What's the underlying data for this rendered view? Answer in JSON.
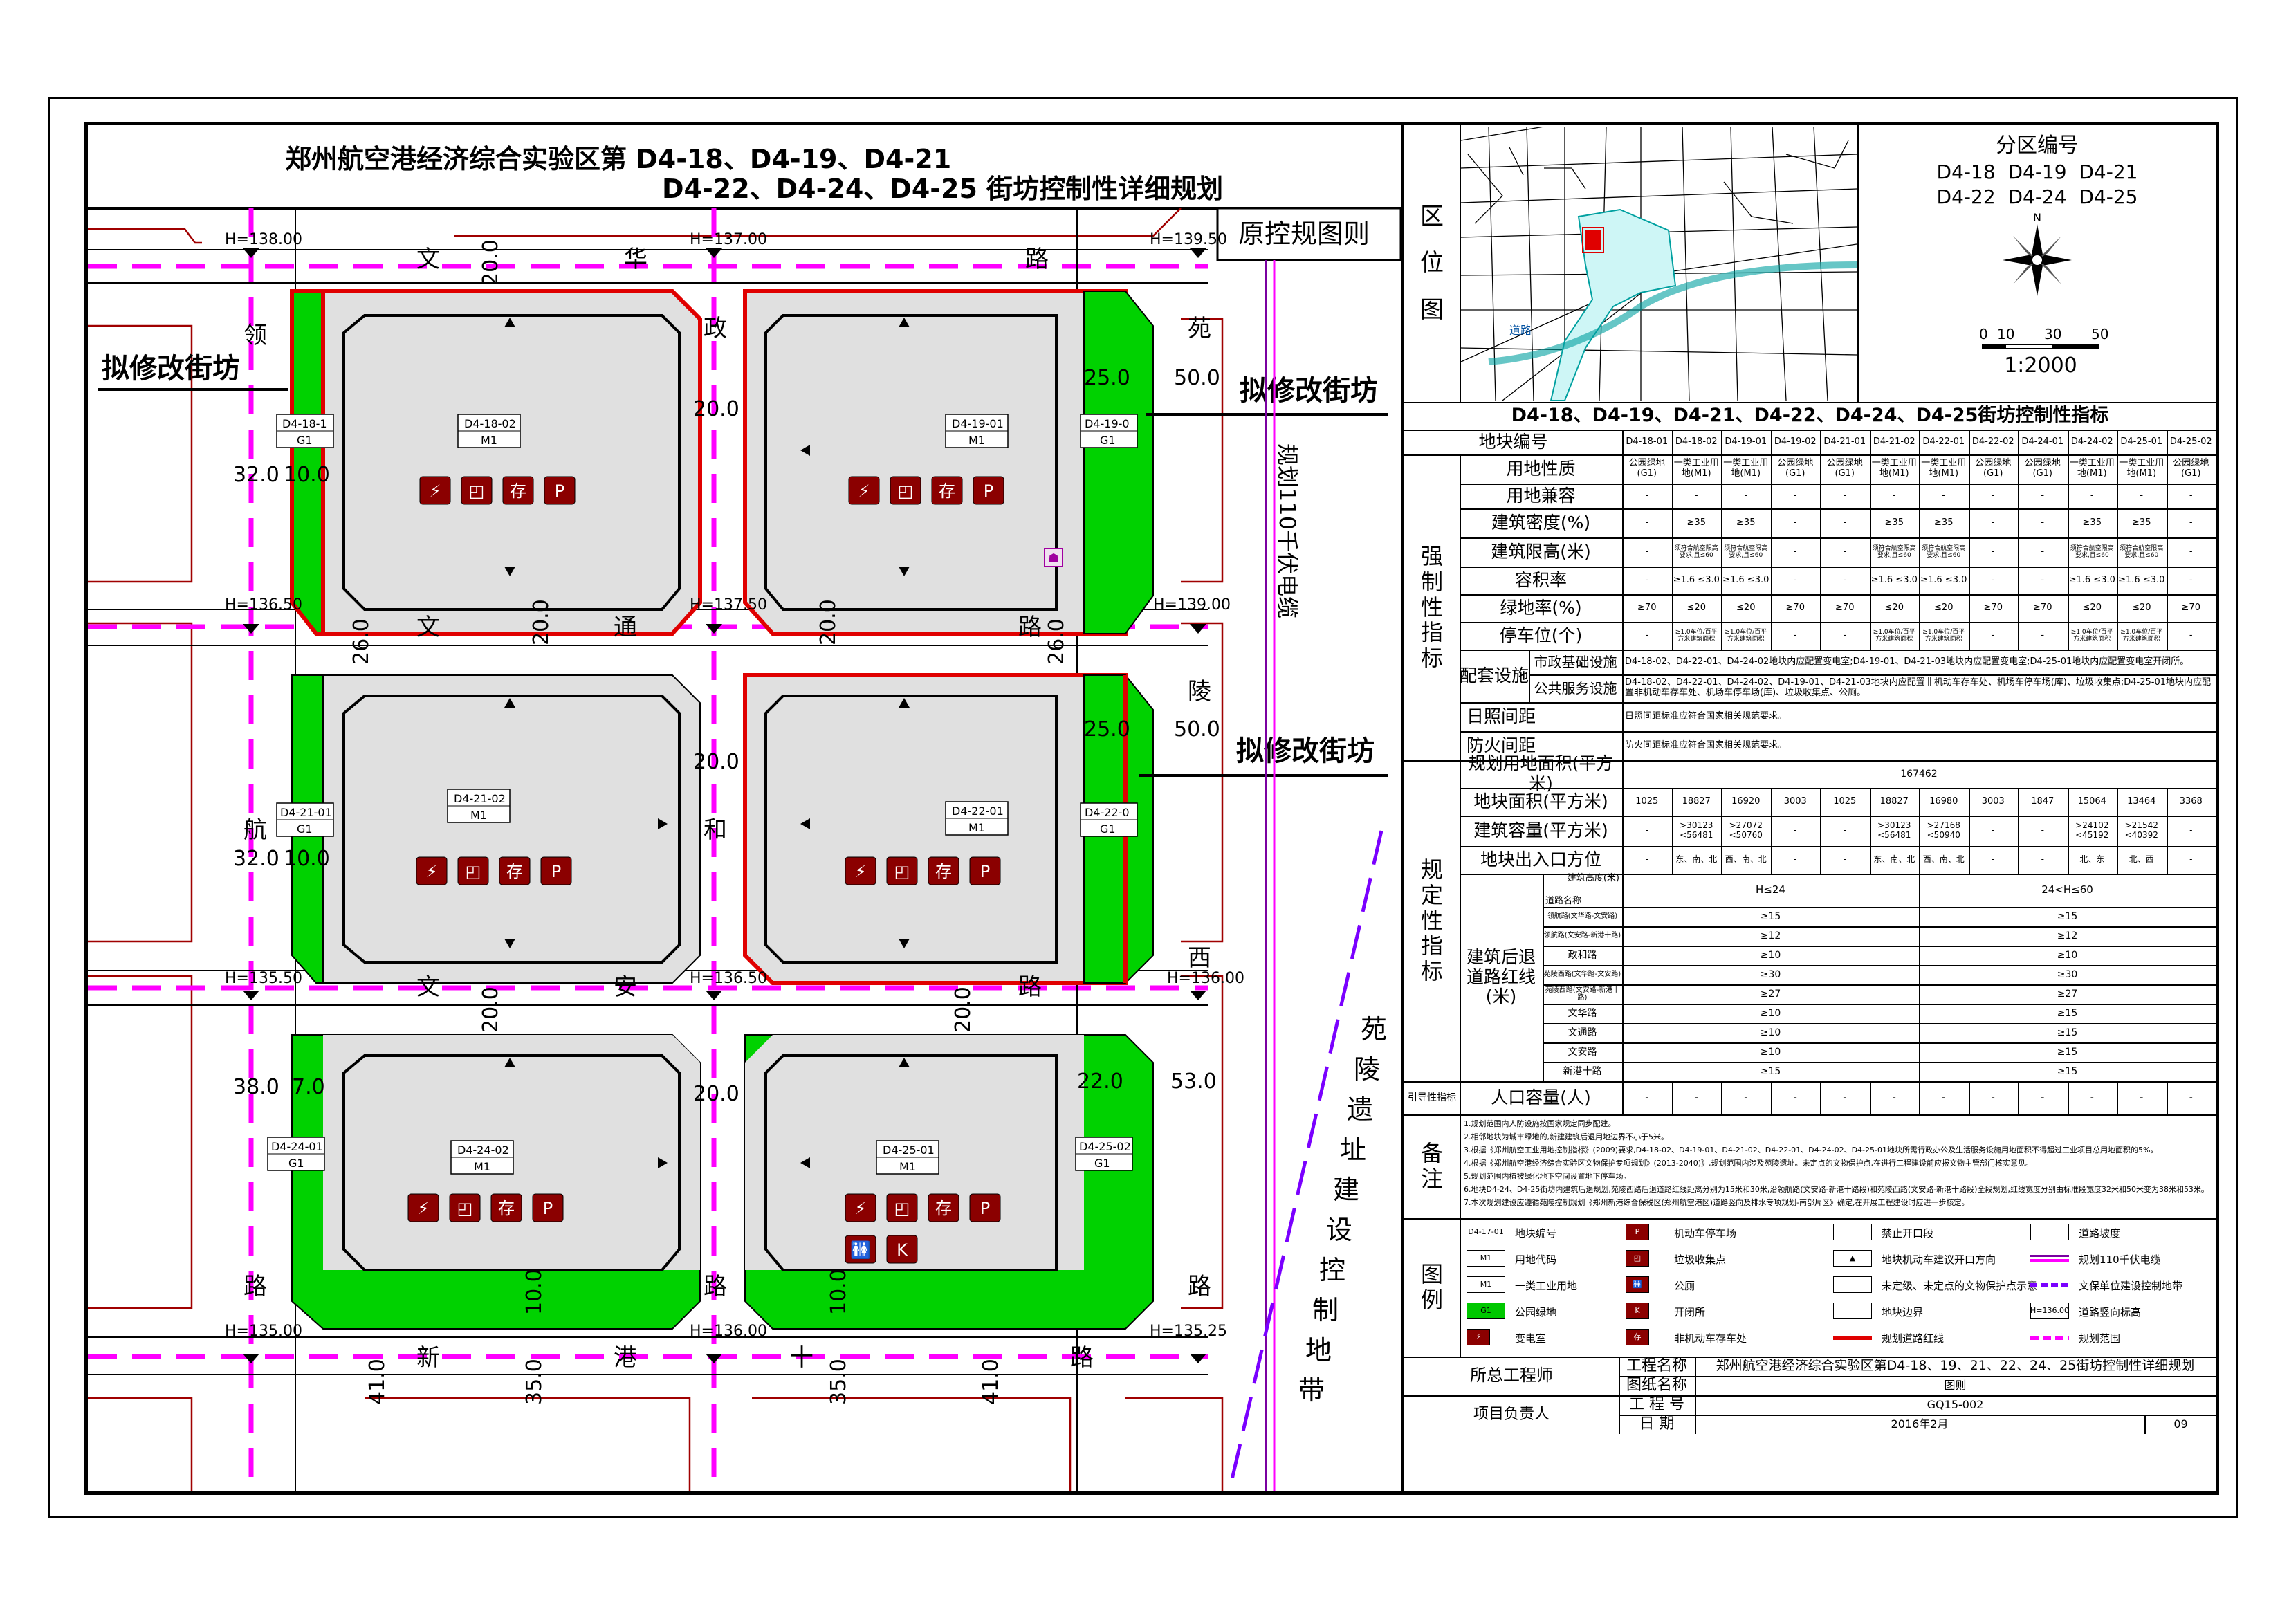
{
  "title_line1": "郑州航空港经济综合实验区第 D4-18、D4-19、D4-21",
  "title_line2": "D4-22、D4-24、D4-25 街坊控制性详细规划",
  "map_label": "原控规图则",
  "revise_label": "拟修改街坊",
  "elevations": [
    "H=138.00",
    "H=137.00",
    "H=139.50",
    "H=136.50",
    "H=137.50",
    "H=139.00",
    "H=135.50",
    "H=136.50",
    "H=136.00",
    "H=135.00",
    "H=136.00",
    "H=135.25"
  ],
  "roads": {
    "wenhua": [
      "文",
      "华",
      "路"
    ],
    "wentong": [
      "文",
      "通",
      "路"
    ],
    "wenan": [
      "文",
      "安",
      "路"
    ],
    "xingang": [
      "新",
      "港",
      "十",
      "路"
    ],
    "linghang": [
      "领",
      "航",
      "路"
    ],
    "zhenghe": [
      "政",
      "和",
      "路"
    ],
    "yuanling": [
      "苑",
      "陵",
      "西",
      "路"
    ]
  },
  "cable_label": "规划110千伏电缆",
  "heritage_label": "苑陵遗址建设控制地带",
  "dims": [
    "20.0",
    "20.0",
    "20.0",
    "20.0",
    "20.0",
    "20.0",
    "20.0",
    "20.0",
    "26.0",
    "26.0",
    "25.0",
    "50.0",
    "25.0",
    "50.0",
    "22.0",
    "53.0",
    "32.0",
    "10.0",
    "32.0",
    "10.0",
    "38.0",
    "7.0",
    "41.0",
    "35.0",
    "10.0",
    "35.0",
    "10.0",
    "41.0"
  ],
  "plots": [
    {
      "code": "D4-18-02",
      "use": "M1"
    },
    {
      "code": "D4-19-01",
      "use": "M1"
    },
    {
      "code": "D4-21-02",
      "use": "M1"
    },
    {
      "code": "D4-22-01",
      "use": "M1"
    },
    {
      "code": "D4-24-02",
      "use": "M1"
    },
    {
      "code": "D4-25-01",
      "use": "M1"
    }
  ],
  "green_plots": [
    {
      "code": "D4-18-1",
      "use": "G1"
    },
    {
      "code": "D4-19-0",
      "use": "G1"
    },
    {
      "code": "D4-21-01",
      "use": "G1"
    },
    {
      "code": "D4-22-0",
      "use": "G1"
    },
    {
      "code": "D4-24-01",
      "use": "G1"
    },
    {
      "code": "D4-25-02",
      "use": "G1"
    }
  ],
  "facility_icons": [
    "⚡",
    "◰",
    "存",
    "P",
    "K",
    "🚻"
  ],
  "colors": {
    "red": "#e00000",
    "green": "#00c800",
    "magenta": "#ff00ff",
    "purple": "#7a00a0",
    "darkred": "#8b0000",
    "gray": "#e0e0e0"
  },
  "panel": {
    "location_label": [
      "区",
      "位",
      "图"
    ],
    "zone_title": "分区编号",
    "zone_line1": "D4-18  D4-19  D4-21",
    "zone_line2": "D4-22  D4-24  D4-25",
    "scale_ticks": [
      "0",
      "10",
      "30",
      "50"
    ],
    "scale": "1:2000",
    "indicator_title": "D4-18、D4-19、D4-21、D4-22、D4-24、D4-25街坊控制性指标",
    "plot_col_header": "地块编号",
    "plot_cols": [
      "D4-18-01",
      "D4-18-02",
      "D4-19-01",
      "D4-19-02",
      "D4-21-01",
      "D4-21-02",
      "D4-22-01",
      "D4-22-02",
      "D4-24-01",
      "D4-24-02",
      "D4-25-01",
      "D4-25-02"
    ],
    "section_mandatory": [
      "强",
      "制",
      "性",
      "指",
      "标"
    ],
    "section_prescribed": [
      "规",
      "定",
      "性",
      "指",
      "标"
    ],
    "rows_mandatory": [
      {
        "label": "用地性质",
        "cells": [
          "公园绿地(G1)",
          "一类工业用地(M1)",
          "一类工业用地(M1)",
          "公园绿地(G1)",
          "公园绿地(G1)",
          "一类工业用地(M1)",
          "一类工业用地(M1)",
          "公园绿地(G1)",
          "公园绿地(G1)",
          "一类工业用地(M1)",
          "一类工业用地(M1)",
          "公园绿地(G1)"
        ]
      },
      {
        "label": "用地兼容",
        "cells": [
          "-",
          "-",
          "-",
          "-",
          "-",
          "-",
          "-",
          "-",
          "-",
          "-",
          "-",
          "-"
        ]
      },
      {
        "label": "建筑密度(%)",
        "cells": [
          "-",
          "≥35",
          "≥35",
          "-",
          "-",
          "≥35",
          "≥35",
          "-",
          "-",
          "≥35",
          "≥35",
          "-"
        ]
      },
      {
        "label": "建筑限高(米)",
        "cells": [
          "-",
          "须符合航空限高要求,且≤60",
          "须符合航空限高要求,且≤60",
          "-",
          "-",
          "须符合航空限高要求,且≤60",
          "须符合航空限高要求,且≤60",
          "-",
          "-",
          "须符合航空限高要求,且≤60",
          "须符合航空限高要求,且≤60",
          "-"
        ]
      },
      {
        "label": "容积率",
        "cells": [
          "-",
          "≥1.6 ≤3.0",
          "≥1.6 ≤3.0",
          "-",
          "-",
          "≥1.6 ≤3.0",
          "≥1.6 ≤3.0",
          "-",
          "-",
          "≥1.6 ≤3.0",
          "≥1.6 ≤3.0",
          "-"
        ]
      },
      {
        "label": "绿地率(%)",
        "cells": [
          "≥70",
          "≤20",
          "≤20",
          "≥70",
          "≥70",
          "≤20",
          "≤20",
          "≥70",
          "≥70",
          "≤20",
          "≤20",
          "≥70"
        ]
      },
      {
        "label": "停车位(个)",
        "cells": [
          "-",
          "≥1.0车位/百平方米建筑面积",
          "≥1.0车位/百平方米建筑面积",
          "-",
          "-",
          "≥1.0车位/百平方米建筑面积",
          "≥1.0车位/百平方米建筑面积",
          "-",
          "-",
          "≥1.0车位/百平方米建筑面积",
          "≥1.0车位/百平方米建筑面积",
          "-"
        ]
      }
    ],
    "facilities_label": "配套设施",
    "municipal_label": "市政基础设施",
    "municipal_text": "D4-18-02、D4-22-01、D4-24-02地块内应配置变电室;D4-19-01、D4-21-03地块内应配置变电室;D4-25-01地块内应配置变电室开闭所。",
    "public_label": "公共服务设施",
    "public_text": "D4-18-02、D4-22-01、D4-24-02、D4-19-01、D4-21-03地块内应配置非机动车存车处、机场车停车场(库)、垃圾收集点;D4-25-01地块内应配置非机动车存车处、机场车停车场(库)、垃圾收集点、公厕。",
    "sunlight_label": "日照间距",
    "sunlight_text": "日照间距标准应符合国家相关规范要求。",
    "fire_label": "防火间距",
    "fire_text": "防火间距标准应符合国家相关规范要求。",
    "total_area_label": "规划用地面积(平方米)",
    "total_area_value": "167462",
    "area_label": "地块面积(平方米)",
    "areas": [
      "1025",
      "18827",
      "16920",
      "3003",
      "1025",
      "18827",
      "16980",
      "3003",
      "1847",
      "15064",
      "13464",
      "3368"
    ],
    "floor_label": "建筑容量(平方米)",
    "floors": [
      "-",
      ">30123 <56481",
      ">27072 <50760",
      "-",
      "-",
      ">30123 <56481",
      ">27168 <50940",
      "-",
      "-",
      ">24102 <45192",
      ">21542 <40392",
      "-"
    ],
    "access_label": "地块出入口方位",
    "access": [
      "-",
      "东、南、北",
      "西、南、北",
      "-",
      "-",
      "东、南、北",
      "西、南、北",
      "-",
      "-",
      "北、东",
      "北、西",
      "-"
    ],
    "setback_label": "建筑后退道路红线(米)",
    "setback_header_top": "建筑高度(米)",
    "setback_header_left": "道路名称",
    "setback_h1": "H≤24",
    "setback_h2": "24<H≤60",
    "setback_rows": [
      {
        "road": "领航路(文华路-文安路)",
        "a": "≥15",
        "b": "≥15"
      },
      {
        "road": "领航路(文安路-新港十路)",
        "a": "≥12",
        "b": "≥12"
      },
      {
        "road": "政和路",
        "a": "≥10",
        "b": "≥10"
      },
      {
        "road": "苑陵西路(文华路-文安路)",
        "a": "≥30",
        "b": "≥30"
      },
      {
        "road": "苑陵西路(文安路-新港十路)",
        "a": "≥27",
        "b": "≥27"
      },
      {
        "road": "文华路",
        "a": "≥10",
        "b": "≥15"
      },
      {
        "road": "文通路",
        "a": "≥10",
        "b": "≥15"
      },
      {
        "road": "文安路",
        "a": "≥10",
        "b": "≥15"
      },
      {
        "road": "新港十路",
        "a": "≥15",
        "b": "≥15"
      }
    ],
    "guidance_label": "引导性指标",
    "population_label": "人口容量(人)",
    "population_cells": [
      "-",
      "-",
      "-",
      "-",
      "-",
      "-",
      "-",
      "-",
      "-",
      "-",
      "-",
      "-"
    ],
    "notes_label": [
      "备",
      "注"
    ],
    "notes": [
      "1.规划范围内人防设施按国家规定同步配建。",
      "2.相邻地块为城市绿地的,新建建筑后退用地边界不小于5米。",
      "3.根据《郑州航空工业用地控制指标》(2009)要求,D4-18-02、D4-19-01、D4-21-02、D4-22-01、D4-24-02、D4-25-01地块所需行政办公及生活服务设施用地面积不得超过工业项目总用地面积的5%。",
      "4.根据《郑州航空港经济综合实验区文物保护专项规划》(2013-2040)》,规划范围内涉及苑陵遗址。未定点的文物保护点,在进行工程建设前应报文物主管部门核实意见。",
      "5.规划范围内植被绿化地下空间设置地下停车场。",
      "6.地块D4-24、D4-25街坊内建筑后退规划,苑陵西路后退道路红线距离分别为15米和30米,沿领航路(文安路-新港十路段)和苑陵西路(文安路-新港十路段)全段规划,红线宽度分别由标准段宽度32米和50米变为38米和53米。",
      "7.本次规划建设应遵循苑陵控制规划《郑州新港综合保税区(郑州航空港区)道路竖向及排水专项规划-南部片区》确定,在开展工程建设时应进一步核定。"
    ],
    "legend_label": [
      "图",
      "例"
    ],
    "legend": [
      {
        "sym": "D4-17-01",
        "text": "地块编号"
      },
      {
        "sym": "P",
        "text": "机动车停车场"
      },
      {
        "sym": "",
        "text": "禁止开口段"
      },
      {
        "sym": "",
        "text": "道路坡度"
      },
      {
        "sym": "M1",
        "text": "用地代码"
      },
      {
        "sym": "◰",
        "text": "垃圾收集点"
      },
      {
        "sym": "▲",
        "text": "地块机动车建议开口方向"
      },
      {
        "sym": "",
        "text": "规划110千伏电缆"
      },
      {
        "sym": "M1",
        "text": "一类工业用地"
      },
      {
        "sym": "🚻",
        "text": "公厕"
      },
      {
        "sym": "",
        "text": "未定级、未定点的文物保护点示意"
      },
      {
        "sym": "",
        "text": "文保单位建设控制地带"
      },
      {
        "sym": "G1",
        "text": "公园绿地"
      },
      {
        "sym": "K",
        "text": "开闭所"
      },
      {
        "sym": "",
        "text": "地块边界"
      },
      {
        "sym": "H=136.00",
        "text": "道路竖向标高"
      },
      {
        "sym": "⚡",
        "text": "变电室"
      },
      {
        "sym": "存",
        "text": "非机动车存车处"
      },
      {
        "sym": "",
        "text": "规划道路红线"
      },
      {
        "sym": "",
        "text": "规划范围"
      }
    ],
    "chief_label": "所总工程师",
    "leader_label": "项目负责人",
    "proj_name_label": "工程名称",
    "proj_name": "郑州航空港经济综合实验区第D4-18、19、21、22、24、25街坊控制性详细规划",
    "drawing_name_label": "图纸名称",
    "drawing_name": "图则",
    "proj_no_label": "工 程 号",
    "proj_no": "GQ15-002",
    "date_label": "日    期",
    "date": "2016年2月",
    "sheet": "09"
  }
}
